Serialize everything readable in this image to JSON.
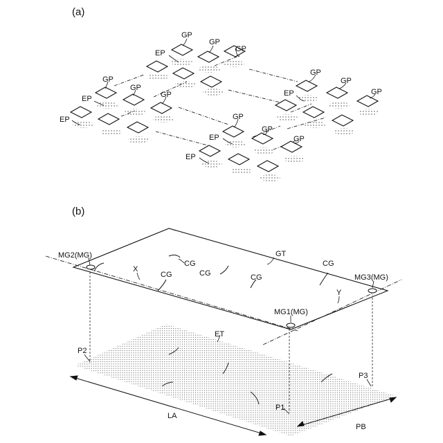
{
  "panel_a": {
    "caption": "(a)",
    "gp_label": "GP",
    "ep_label": "EP"
  },
  "panel_b": {
    "caption": "(b)",
    "labels": {
      "gt": "GT",
      "et": "ET",
      "cg": "CG",
      "x": "X",
      "y": "Y",
      "mg1": "MG1(MG)",
      "mg2": "MG2(MG)",
      "mg3": "MG3(MG)",
      "p1": "P1",
      "p2": "P2",
      "p3": "P3",
      "la": "LA",
      "pb": "PB"
    }
  },
  "colors": {
    "ink": "#111111",
    "stipple": "#444444"
  }
}
